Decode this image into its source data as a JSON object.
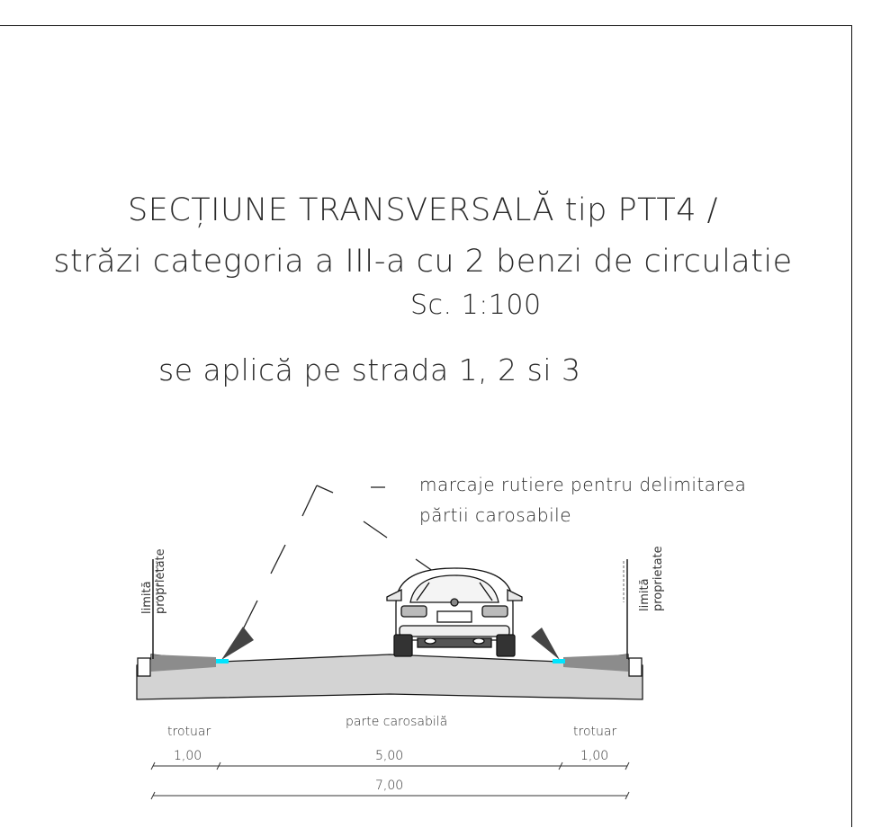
{
  "drawing": {
    "title_line1": "SECȚIUNE TRANSVERSALĂ tip PTT4 /",
    "title_line2": "străzi categoria a III-a cu 2 benzi de circulatie",
    "scale": "Sc. 1:100",
    "application": "se aplică pe strada 1, 2 si 3",
    "marking_note_line1": "marcaje rutiere pentru delimitarea",
    "marking_note_line2": "părtii carosabile",
    "property_limit_line1": "limită",
    "property_limit_line2": "proprietate",
    "sidewalk_label_left": "trotuar",
    "roadway_label": "parte carosabilă",
    "sidewalk_label_right": "trotuar",
    "dim_sidewalk_left": "1,00",
    "dim_roadway": "5,00",
    "dim_sidewalk_right": "1,00",
    "dim_total": "7,00"
  },
  "colors": {
    "road_body": "#d3d3d3",
    "sidewalk": "#8c8c8c",
    "marking": "#00e5ff",
    "line": "#1a1a1a"
  }
}
